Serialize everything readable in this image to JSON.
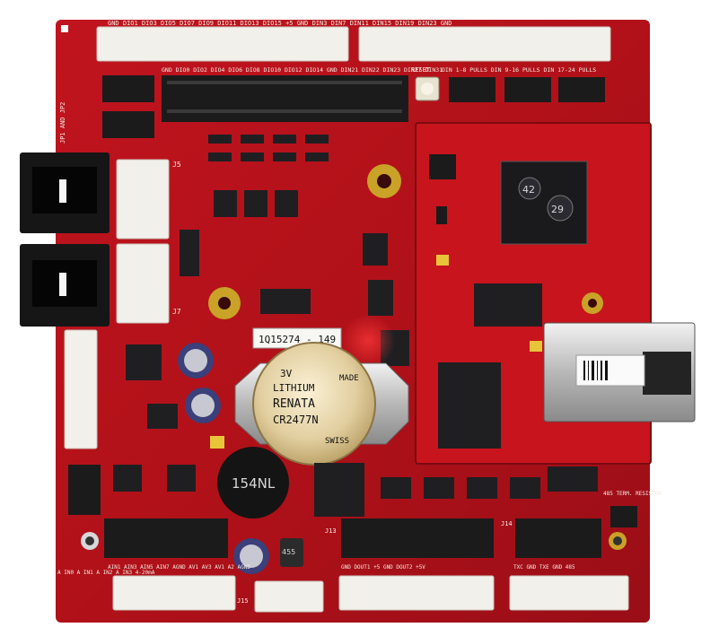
{
  "photo": {
    "subject": "red embedded controller circuit board",
    "colors": {
      "board": "#b5121b",
      "board_dark": "#8d0c14",
      "silk": "#f3e9e0",
      "connector_white": "#f2f0ea",
      "pin_black": "#1b1b1b",
      "chip": "#1f1f22",
      "gold": "#c9a227"
    }
  },
  "silkscreen": {
    "top_row": "GND DIO1 DIO3 DIO5 DIO7 DIO9 DIO11 DIO13 DIO15 +5 GND DIN3 DIN7 DIN11 DIN15 DIN19 DIN23 GND",
    "mid_row": "GND DIO0 DIO2 DIO4 DIO6 DIO8 DIO10 DIO12 DIO14 GND DIN21 DIN22 DIN23 DIN27 DIN31",
    "reset": "RESET",
    "pulls": "DIN 1-8 PULLS DIN 9-16 PULLS DIN 17-24 PULLS",
    "j5": "J5",
    "j7": "J7",
    "jp1": "JP1 AND JP2",
    "j13": "J13",
    "j14": "J14",
    "j15": "J15",
    "rs485": "485 TERM. RESISTOR",
    "analog_inputs": "AIN1 AIN3 AIN5 AIN7 AGND AV1 AV3 AV1 A2 AGND",
    "bottom_dout": "GND DOUT1 +5 GND DOUT2 +5V",
    "bottom_comm": "TXC GND TXE GND 485",
    "left_side": "A IN0 A IN1 A IN2 A IN3 4-20mA"
  },
  "markings": {
    "battery_line1": "3V",
    "battery_line2": "LITHIUM",
    "battery_line3": "RENATA",
    "battery_line4": "CR2477N",
    "battery_line5": "SWISS",
    "battery_line6": "MADE",
    "sticker": "1Q15274 - 149",
    "inductor": "154NL",
    "cap_marking": "455",
    "chip_left": "42",
    "chip_right": "29"
  }
}
